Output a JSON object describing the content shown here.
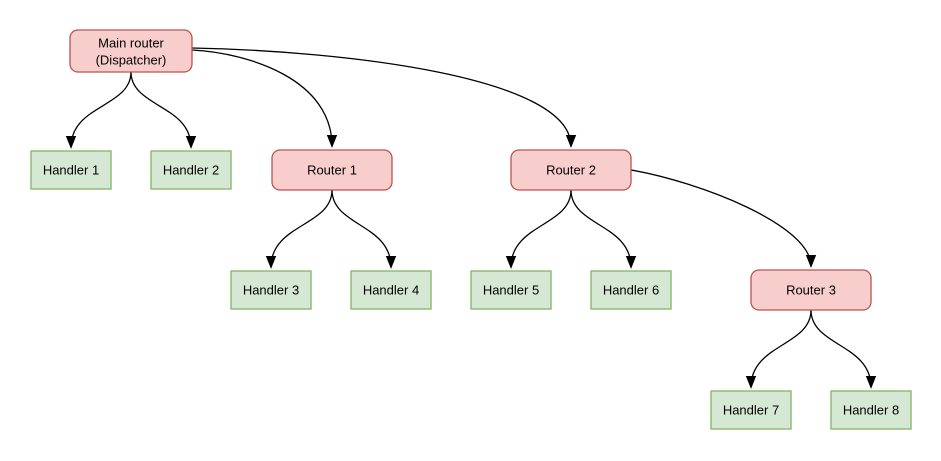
{
  "diagram": {
    "kind": "flowchart-tree",
    "background_color": "#ffffff",
    "colors": {
      "router_fill": "#f8cecc",
      "router_border": "#b85450",
      "handler_fill": "#d5e8d4",
      "handler_border": "#82b366",
      "edge_stroke": "#000000",
      "text": "#000000"
    },
    "nodes": {
      "main_router": {
        "line1": "Main router",
        "line2": "(Dispatcher)",
        "kind": "router"
      },
      "router1": {
        "label": "Router 1",
        "kind": "router"
      },
      "router2": {
        "label": "Router 2",
        "kind": "router"
      },
      "router3": {
        "label": "Router 3",
        "kind": "router"
      },
      "handler1": {
        "label": "Handler 1",
        "kind": "handler"
      },
      "handler2": {
        "label": "Handler 2",
        "kind": "handler"
      },
      "handler3": {
        "label": "Handler 3",
        "kind": "handler"
      },
      "handler4": {
        "label": "Handler 4",
        "kind": "handler"
      },
      "handler5": {
        "label": "Handler 5",
        "kind": "handler"
      },
      "handler6": {
        "label": "Handler 6",
        "kind": "handler"
      },
      "handler7": {
        "label": "Handler 7",
        "kind": "handler"
      },
      "handler8": {
        "label": "Handler 8",
        "kind": "handler"
      }
    },
    "edges": [
      {
        "from": "main_router",
        "to": "handler1"
      },
      {
        "from": "main_router",
        "to": "handler2"
      },
      {
        "from": "main_router",
        "to": "router1"
      },
      {
        "from": "main_router",
        "to": "router2"
      },
      {
        "from": "router1",
        "to": "handler3"
      },
      {
        "from": "router1",
        "to": "handler4"
      },
      {
        "from": "router2",
        "to": "handler5"
      },
      {
        "from": "router2",
        "to": "handler6"
      },
      {
        "from": "router2",
        "to": "router3"
      },
      {
        "from": "router3",
        "to": "handler7"
      },
      {
        "from": "router3",
        "to": "handler8"
      }
    ]
  }
}
